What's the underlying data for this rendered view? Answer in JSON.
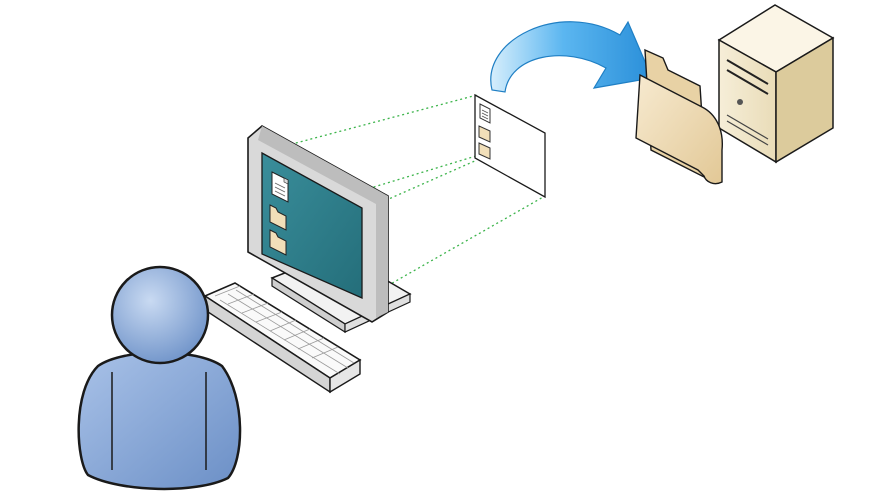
{
  "diagram": {
    "nodes": [
      {
        "id": "user",
        "icon": "user-icon"
      },
      {
        "id": "workstation",
        "icon": "desktop-computer-icon"
      },
      {
        "id": "screen-capture",
        "icon": "screen-snapshot-icon"
      },
      {
        "id": "folder",
        "icon": "folder-icon"
      },
      {
        "id": "server",
        "icon": "server-tower-icon"
      }
    ],
    "edges": [
      {
        "from": "workstation",
        "to": "screen-capture",
        "style": "dotted-projection"
      },
      {
        "from": "screen-capture",
        "to": "folder",
        "style": "curved-arrow"
      }
    ],
    "colors": {
      "person": "#7e9fd0",
      "person_outline": "#1a1a1a",
      "screen": "#2e7f8c",
      "monitor_frame": "#c9c9c9",
      "projection_lines": "#3cb44b",
      "arrow": "#3aa3e8",
      "folder": "#f1dfb9",
      "server": "#f4ead0"
    }
  }
}
